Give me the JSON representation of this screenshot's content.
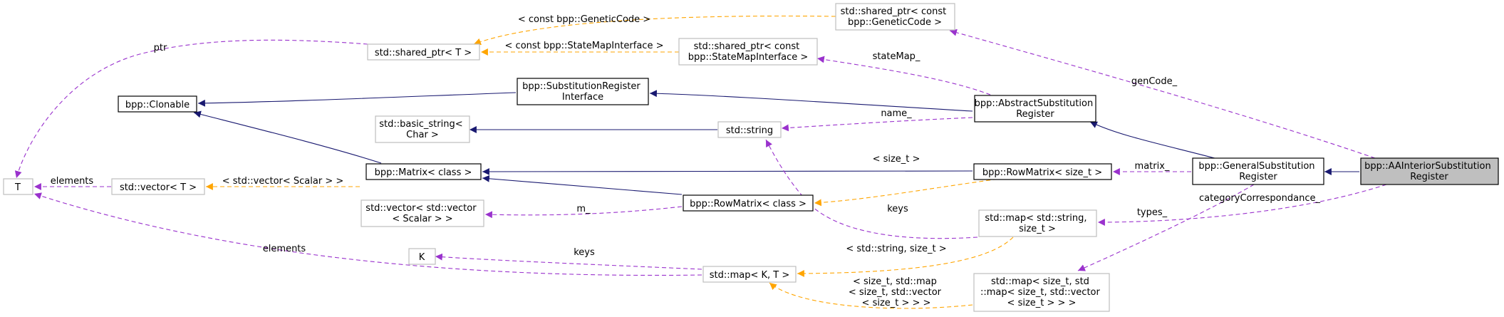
{
  "colors": {
    "inheritance": "#191970",
    "member": "#9a32cd",
    "template_instance": "#ffa500",
    "root_fill": "#bfbfbf",
    "external_border": "#bfbfbf"
  },
  "nodes": {
    "T": [
      "T"
    ],
    "shared_ptr_T": [
      "std::shared_ptr< T >"
    ],
    "shared_ptr_genetic": [
      "std::shared_ptr< const",
      "bpp::GeneticCode >"
    ],
    "shared_ptr_statemap": [
      "std::shared_ptr< const",
      "bpp::StateMapInterface >"
    ],
    "clonable": [
      "bpp::Clonable"
    ],
    "sub_reg_interface": [
      "bpp::SubstitutionRegister",
      "Interface"
    ],
    "basic_string": [
      "std::basic_string<",
      "Char >"
    ],
    "std_string": [
      "std::string"
    ],
    "abstract_sub_reg": [
      "bpp::AbstractSubstitution",
      "Register"
    ],
    "matrix_class": [
      "bpp::Matrix< class >"
    ],
    "rowmatrix_size_t": [
      "bpp::RowMatrix< size_t >"
    ],
    "general_sub_reg": [
      "bpp::GeneralSubstitution",
      "Register"
    ],
    "aa_interior": [
      "bpp::AAInteriorSubstitution",
      "Register"
    ],
    "vector_T": [
      "std::vector< T >"
    ],
    "vector_vector": [
      "std::vector< std::vector",
      "< Scalar > >"
    ],
    "rowmatrix_class": [
      "bpp::RowMatrix< class >"
    ],
    "map_string_size": [
      "std::map< std::string,",
      "size_t >"
    ],
    "K": [
      "K"
    ],
    "map_K_T": [
      "std::map< K, T >"
    ],
    "map_size_map": [
      "std::map< size_t, std",
      "::map< size_t, std::vector",
      "< size_t > > >"
    ]
  },
  "edge_labels": {
    "ptr": [
      "ptr"
    ],
    "const_genetic": [
      "< const bpp::GeneticCode >"
    ],
    "const_statemap": [
      "< const bpp::StateMapInterface >"
    ],
    "stateMap": [
      "stateMap_"
    ],
    "genCode": [
      "genCode_"
    ],
    "name": [
      "name_"
    ],
    "size_t": [
      "< size_t >"
    ],
    "matrix": [
      "matrix_"
    ],
    "types": [
      "types_"
    ],
    "categoryCorrespondance": [
      "categoryCorrespondance_"
    ],
    "keys_string": [
      "keys"
    ],
    "elements_vector": [
      "elements"
    ],
    "vector_scalar": [
      "< std::vector< Scalar > >"
    ],
    "m": [
      "m_"
    ],
    "elements_map": [
      "elements"
    ],
    "keys_map": [
      "keys"
    ],
    "string_size_t": [
      "< std::string, size_t >"
    ],
    "size_t_map": [
      "< size_t, std::map",
      "< size_t, std::vector",
      "< size_t > > >"
    ]
  }
}
